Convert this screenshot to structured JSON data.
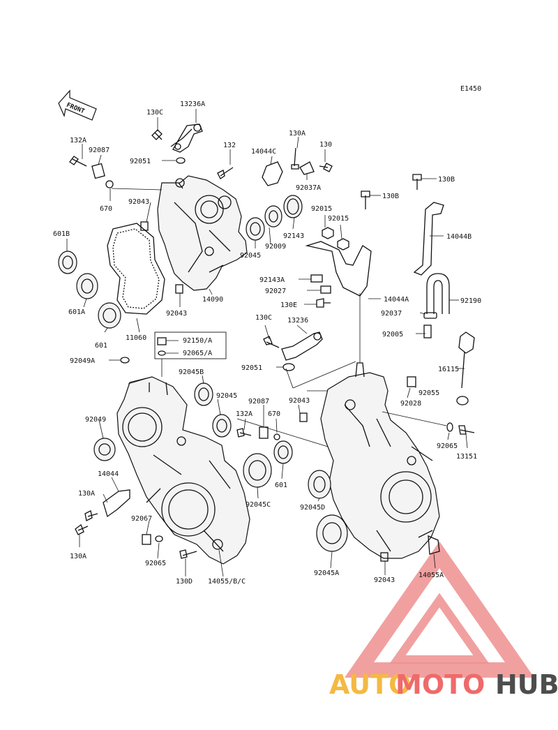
{
  "diagram_code": "E1450",
  "front_label": "FRONT",
  "watermark": {
    "part1": "AUTO",
    "part2": "MOTO",
    "part3": "HUB",
    "colors": {
      "auto": "#f4b942",
      "moto": "#ef6a6a",
      "hub": "#4d4d4d",
      "triangle": "#ee8f8f"
    }
  },
  "labels": {
    "l130c_top": "130C",
    "l13236a": "13236A",
    "l132a_top": "132A",
    "l92087_top": "92087",
    "l92051_top": "92051",
    "l132": "132",
    "l14044c": "14044C",
    "l130a_top": "130A",
    "l130": "130",
    "l92037a": "92037A",
    "l130b": "130B",
    "l130b2": "130B",
    "l670_top": "670",
    "l92043_top": "92043",
    "l92015a": "92015",
    "l92015b": "92015",
    "l601b": "601B",
    "l92143": "92143",
    "l92009": "92009",
    "l92045_top": "92045",
    "l14044b": "14044B",
    "l92143a": "92143A",
    "l92027": "92027",
    "l14044a": "14044A",
    "l601a": "601A",
    "l92043_mid": "92043",
    "l14090": "14090",
    "l130e": "130E",
    "l92190": "92190",
    "l92037": "92037",
    "l601_top": "601",
    "l11060": "11060",
    "l130c_mid": "130C",
    "l13236": "13236",
    "l92005": "92005",
    "l92150a": "92150/A",
    "l92065a": "92065/A",
    "l92049a": "92049A",
    "l92045b": "92045B",
    "l92051_mid": "92051",
    "l16115": "16115",
    "l92045_mid": "92045",
    "l92087_mid": "92087",
    "l92043_r": "92043",
    "l92028": "92028",
    "l92055": "92055",
    "l92049": "92049",
    "l132a_mid": "132A",
    "l670_mid": "670",
    "l92065_r": "92065",
    "l13151": "13151",
    "l14044": "14044",
    "l130a_l": "130A",
    "l601_mid": "601",
    "l92045c": "92045C",
    "l92045d": "92045D",
    "l92067": "92067",
    "l130a_b": "130A",
    "l92065_b": "92065",
    "l130d": "130D",
    "l14055bc": "14055/B/C",
    "l92045a": "92045A",
    "l92043_b": "92043",
    "l14055a": "14055A"
  }
}
